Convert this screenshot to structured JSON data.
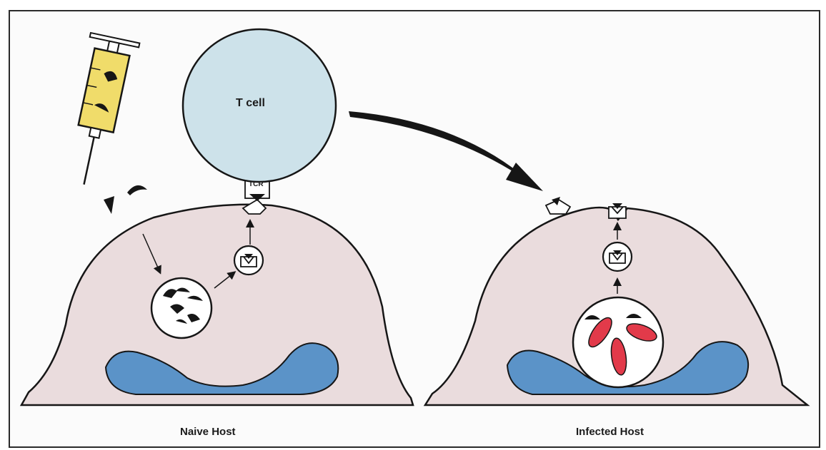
{
  "labels": {
    "t_cell": "T cell",
    "tcr": "TCR",
    "naive_host": "Naive Host",
    "infected_host": "Infected Host"
  },
  "colors": {
    "cytoplasm": "#eadcdd",
    "nucleus": "#5b93c8",
    "t_cell": "#cde2ea",
    "syringe_barrel": "#f0dc6a",
    "parasite": "#e23a4a",
    "outline": "#161616"
  }
}
